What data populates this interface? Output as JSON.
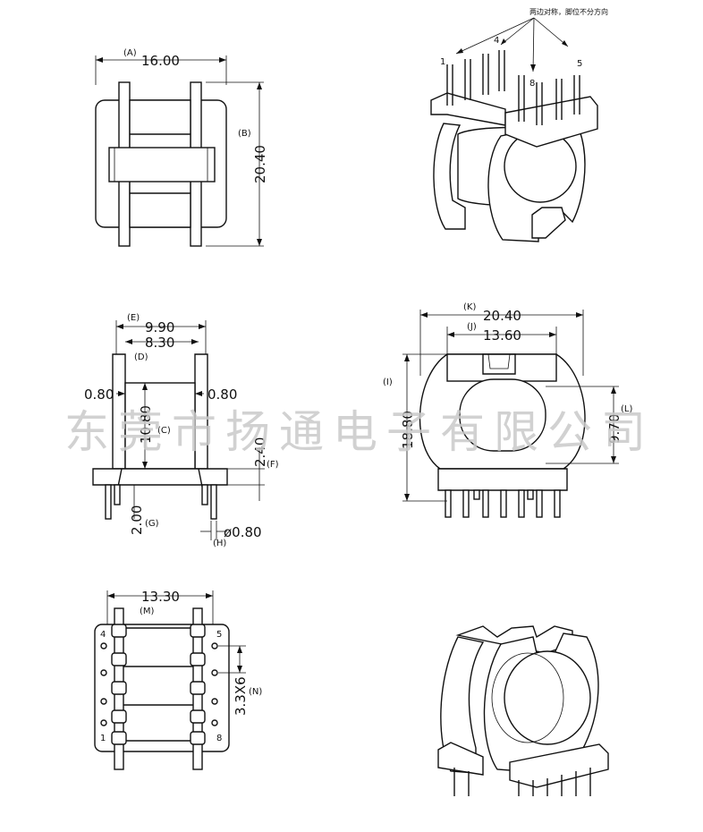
{
  "note": "两边对称，脚位不分方向",
  "watermark": "东莞市扬通电子有限公司",
  "top_iso_pins": [
    "1",
    "4",
    "5",
    "8"
  ],
  "front_view": {
    "width": {
      "tag": "(A)",
      "value": "16.00"
    },
    "height": {
      "tag": "(B)",
      "value": "20.40"
    }
  },
  "side_view": {
    "e": {
      "tag": "(E)",
      "value": "9.90"
    },
    "d": {
      "tag": "(D)",
      "value": "8.30"
    },
    "left_wall": "0.80",
    "right_wall": "0.80",
    "c": {
      "tag": "(C)",
      "value": "10.80"
    },
    "f": {
      "tag": "(F)",
      "value": "2.40"
    },
    "g": {
      "tag": "(G)",
      "value": "2.00"
    },
    "h": {
      "tag": "(H)",
      "value": "ø0.80"
    }
  },
  "end_view": {
    "k": {
      "tag": "(K)",
      "value": "20.40"
    },
    "j": {
      "tag": "(J)",
      "value": "13.60"
    },
    "i": {
      "tag": "(I)",
      "value": "18.80"
    },
    "l": {
      "tag": "(L)",
      "value": "9.70"
    }
  },
  "bottom_view": {
    "m": {
      "tag": "(M)",
      "value": "13.30"
    },
    "n": {
      "tag": "(N)",
      "value": "3.3X6"
    },
    "pins": [
      "4",
      "5",
      "1",
      "8"
    ]
  }
}
